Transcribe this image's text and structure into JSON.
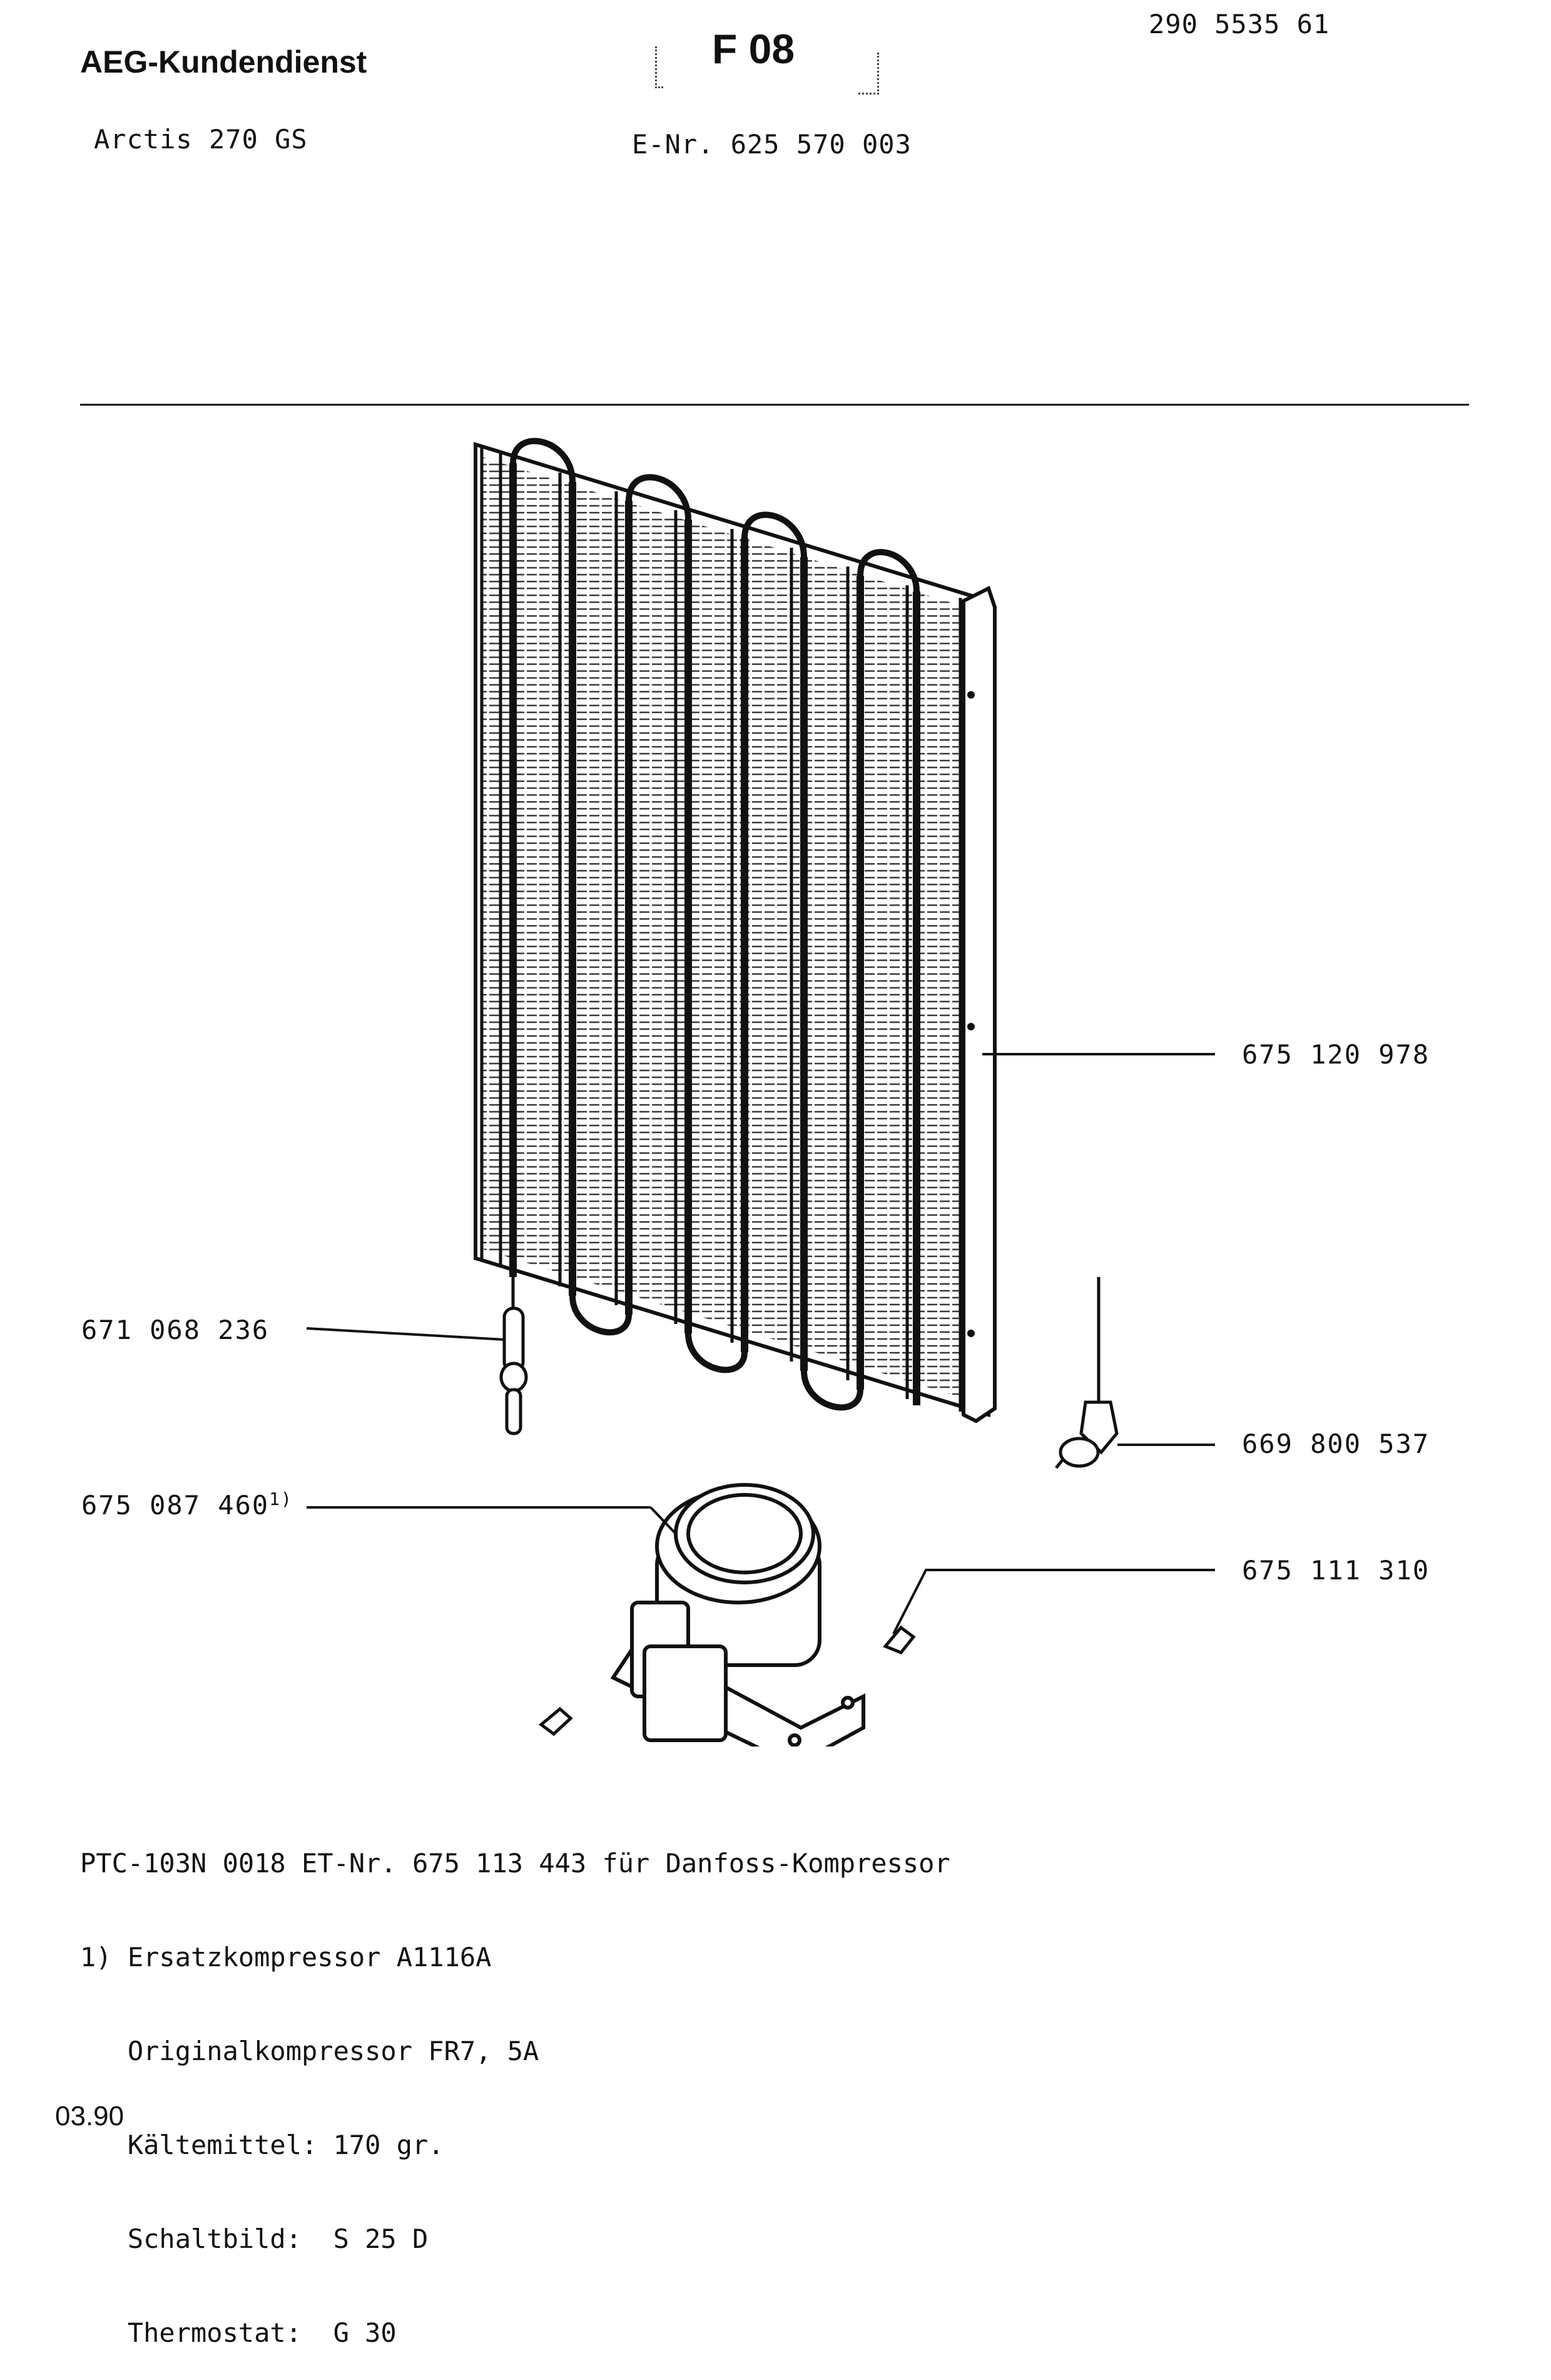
{
  "header": {
    "brand": "AEG-Kundendienst",
    "code": "F 08",
    "document_number": "290 5535 61",
    "model": "Arctis 270 GS",
    "e_number": "E-Nr. 625 570 003"
  },
  "parts": {
    "condenser": "675 120 978",
    "dryer": "671 068 236",
    "compressor": "675 087 460",
    "compressor_footnote": "1)",
    "thermostat_sensor": "669 800 537",
    "clip": "675 111 310"
  },
  "notes": {
    "line1": "PTC-103N 0018 ET-Nr. 675 113 443 für Danfoss-Kompressor",
    "line2": "1) Ersatzkompressor A1116A",
    "line3": "   Originalkompressor FR7, 5A",
    "line4": "   Kältemittel: 170 gr.",
    "line5": "   Schaltbild:  S 25 D",
    "line6": "   Thermostat:  G 30"
  },
  "footer": {
    "date": "03.90"
  }
}
